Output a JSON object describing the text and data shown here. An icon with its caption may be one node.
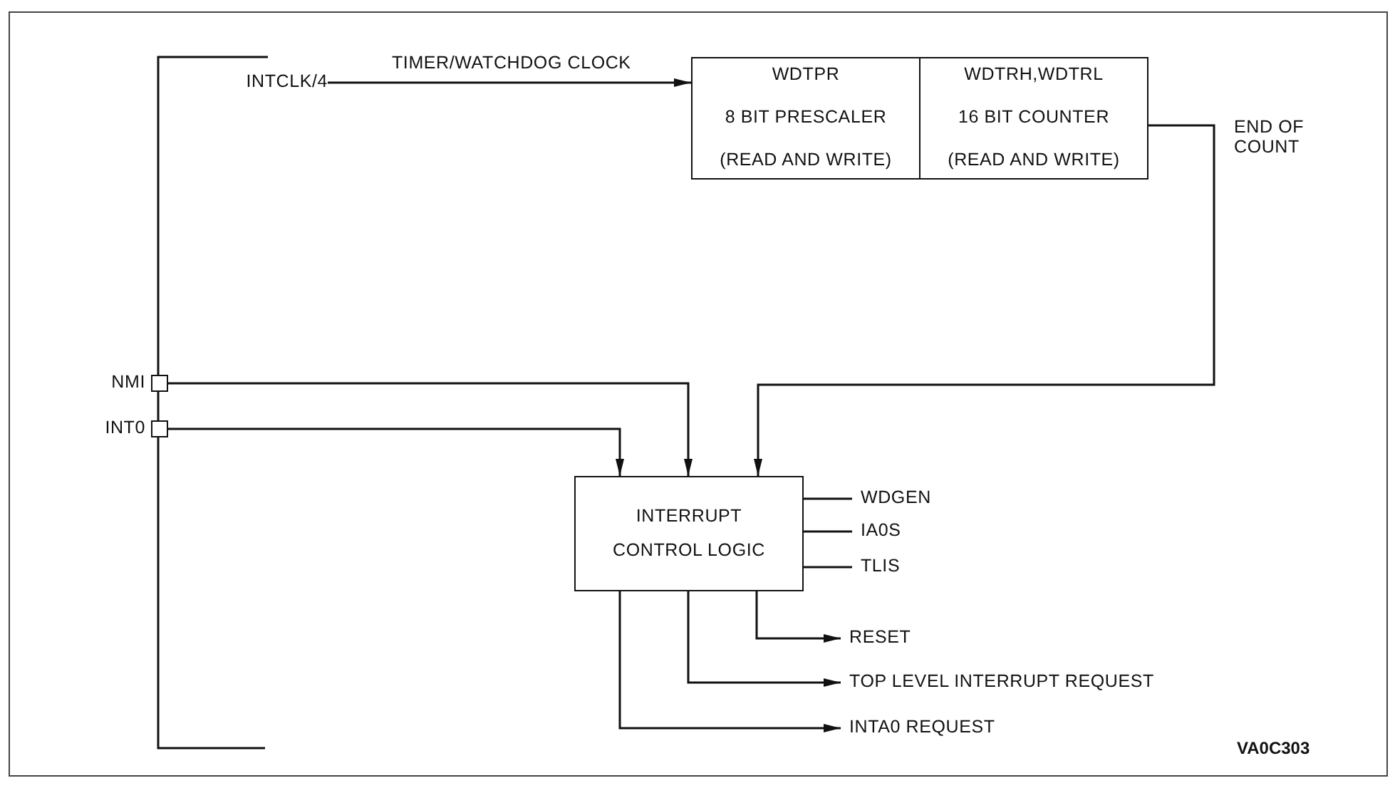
{
  "diagram": {
    "nodes": [
      {
        "text": [
          "INTCLK/4"
        ]
      },
      {
        "text": [
          "WDTPR",
          "8 BIT PRESCALER",
          "(READ AND WRITE)"
        ]
      },
      {
        "text": [
          "WDTRH,WDTRL",
          "16 BIT COUNTER",
          "(READ AND WRITE)"
        ]
      },
      {
        "text": [
          "NMI"
        ]
      },
      {
        "text": [
          "INT0"
        ]
      },
      {
        "text": [
          "INTERRUPT CONTROL LOGIC"
        ]
      },
      {
        "text": [
          "WDGEN"
        ]
      },
      {
        "text": [
          "IA0S"
        ]
      },
      {
        "text": [
          "TLIS"
        ]
      },
      {
        "text": [
          "RESET"
        ]
      },
      {
        "text": [
          "TOP LEVEL INTERRUPT REQUEST"
        ]
      },
      {
        "text": [
          "INTA0 REQUEST"
        ]
      }
    ],
    "edges": [
      {
        "from": 0,
        "to": 1,
        "arrow": "to",
        "label": "TIMER/WATCHDOG CLOCK"
      },
      {
        "from": 2,
        "to": 5,
        "arrow": "to",
        "label": "END OF COUNT"
      },
      {
        "from": 3,
        "to": 5,
        "arrow": "to"
      },
      {
        "from": 4,
        "to": 5,
        "arrow": "to"
      },
      {
        "from": 5,
        "to": 6,
        "arrow": "none"
      },
      {
        "from": 5,
        "to": 7,
        "arrow": "none"
      },
      {
        "from": 5,
        "to": 8,
        "arrow": "none"
      },
      {
        "from": 5,
        "to": 9,
        "arrow": "to"
      },
      {
        "from": 5,
        "to": 10,
        "arrow": "to"
      },
      {
        "from": 5,
        "to": 11,
        "arrow": "to"
      }
    ],
    "labels": [
      "VA0C303"
    ]
  }
}
